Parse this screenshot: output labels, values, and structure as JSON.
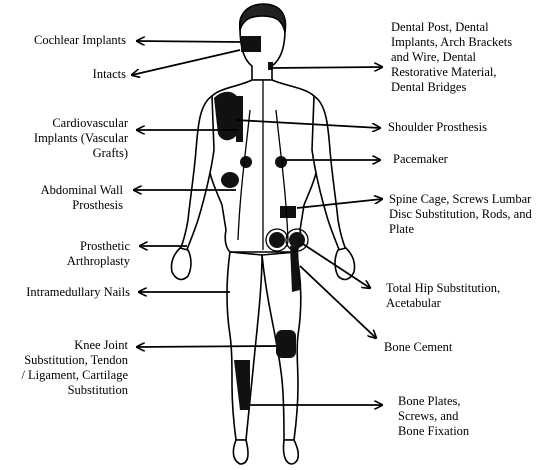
{
  "labels": {
    "cochlear": "Cochlear Implants",
    "intacts": "Intacts",
    "cardio": "Cardiovascular\nImplants (Vascular\nGrafts)",
    "abdominal": "Abdominal Wall\nProsthesis",
    "prosthetic": "Prosthetic\nArthroplasty",
    "nails": "Intramedullary Nails",
    "knee": "Knee Joint\nSubstitution, Tendon\n/ Ligament, Cartilage\nSubstitution",
    "dental": "Dental Post, Dental\nImplants, Arch Brackets\nand Wire, Dental\nRestorative Material,\nDental Bridges",
    "shoulder": "Shoulder Prosthesis",
    "pacemaker": "Pacemaker",
    "spine": "Spine Cage, Screws Lumbar\nDisc Substitution, Rods, and\nPlate",
    "hip": "Total Hip Substitution,\nAcetabular",
    "cement": "Bone Cement",
    "plates": "Bone Plates,\nScrews, and\nBone Fixation"
  },
  "colors": {
    "ink": "#000000",
    "implant": "#111111",
    "body_fill": "#ffffff"
  }
}
